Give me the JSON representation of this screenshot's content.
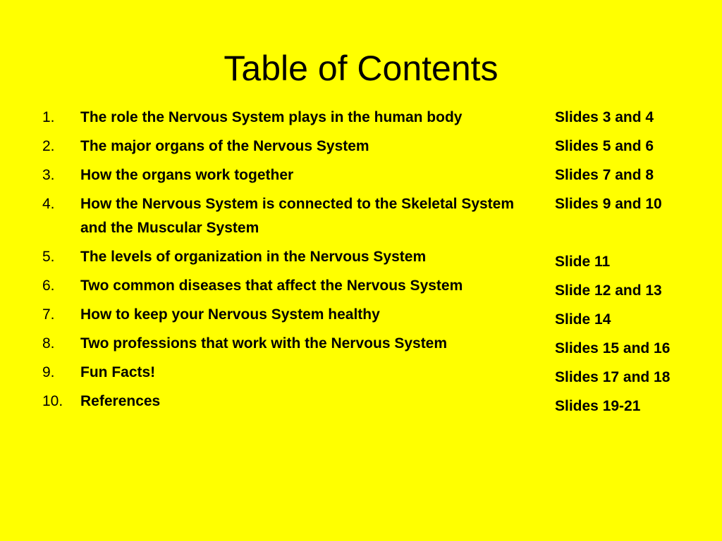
{
  "title": "Table of Contents",
  "items": [
    {
      "num": "1.",
      "text": "The role the Nervous System plays in the human body"
    },
    {
      "num": "2.",
      "text": "The major organs of the Nervous System"
    },
    {
      "num": "3.",
      "text": "How the organs work together"
    },
    {
      "num": "4.",
      "text": "How the Nervous System is connected to the Skeletal System and the Muscular System"
    },
    {
      "num": "5.",
      "text": "The levels of organization in the Nervous System"
    },
    {
      "num": "6.",
      "text": "Two common diseases that affect the Nervous System"
    },
    {
      "num": "7.",
      "text": "How to keep your Nervous System healthy"
    },
    {
      "num": "8.",
      "text": "Two professions that work with the Nervous System"
    },
    {
      "num": "9.",
      "text": "Fun Facts!"
    },
    {
      "num": "10.",
      "text": "References"
    }
  ],
  "slides": [
    "Slides 3 and 4",
    "Slides 5 and 6",
    "Slides 7 and 8",
    "Slides 9 and 10",
    "Slide 11",
    "Slide 12 and 13",
    "Slide 14",
    "Slides 15 and 16",
    "Slides 17 and 18",
    "Slides 19-21"
  ],
  "colors": {
    "background": "#ffff00",
    "text": "#000000"
  }
}
